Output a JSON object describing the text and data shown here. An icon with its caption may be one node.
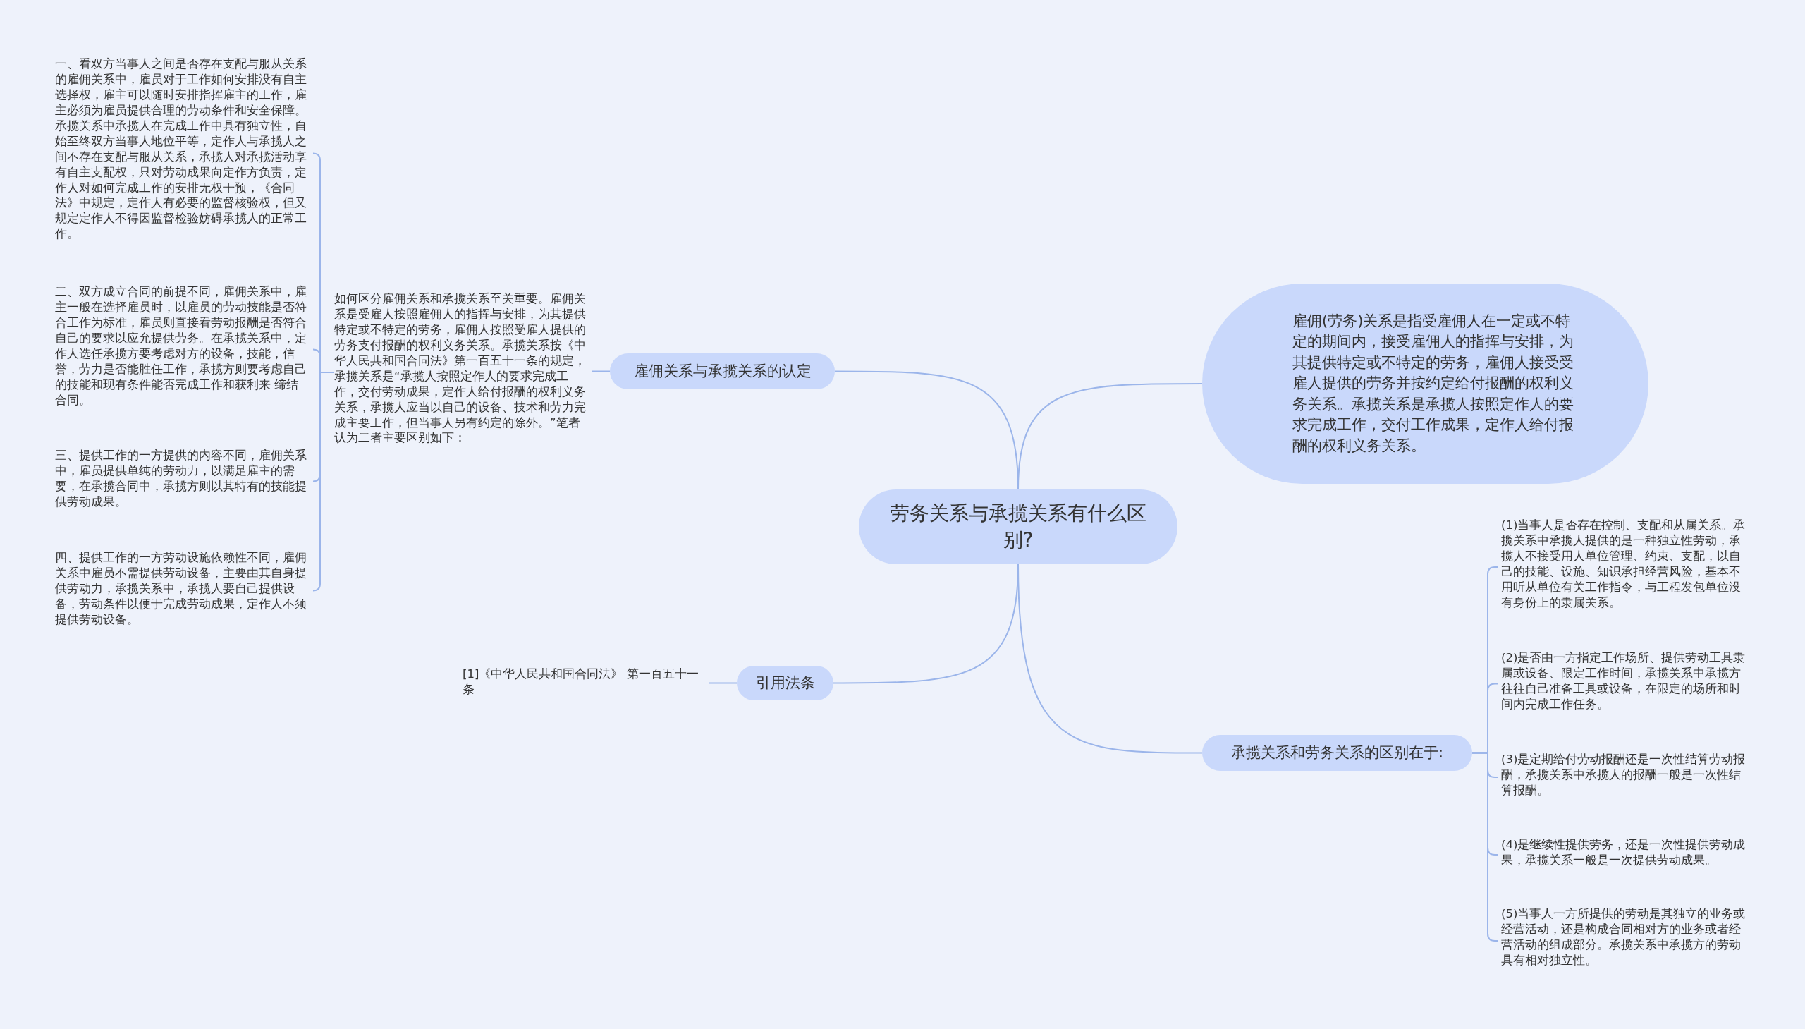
{
  "diagram": {
    "nodes": [
      {
        "text": [
          "劳务关系与承揽关系有什么区别?"
        ]
      },
      {
        "text": [
          "雇佣(劳务)关系是指受雇佣人在一定或不特定的期间内，接受雇佣人的指挥与安排，为其提供特定或不特定的劳务，雇佣人接受受雇人提供的劳务并按约定给付报酬的权利义务关系。承揽关系是承揽人按照定作人的要求完成工作，交付工作成果，定作人给付报酬的权利义务关系。"
        ]
      },
      {
        "text": [
          "雇佣关系与承揽关系的认定"
        ]
      },
      {
        "text": [
          "如何区分雇佣关系和承揽关系至关重要。雇佣关系是受雇人按照雇佣人的指挥与安排，为其提供特定或不特定的劳务，雇佣人按照受雇人提供的劳务支付报酬的权利义务关系。承揽关系按《中华人民共和国合同法》第一百五十一条的规定，承揽关系是“承揽人按照定作人的要求完成工作，交付劳动成果，定作人给付报酬的权利义务关系，承揽人应当以自己的设备、技术和劳力完成主要工作，但当事人另有约定的除外。”笔者认为二者主要区别如下："
        ]
      },
      {
        "text": [
          "一、看双方当事人之间是否存在支配与服从关系的雇佣关系中，雇员对于工作如何安排没有自主选择权，雇主可以随时安排指挥雇主的工作，雇主必须为雇员提供合理的劳动条件和安全保障。承揽关系中承揽人在完成工作中具有独立性，自始至终双方当事人地位平等，定作人与承揽人之间不存在支配与服从关系，承揽人对承揽活动享有自主支配权，只对劳动成果向定作方负责，定作人对如何完成工作的安排无权干预，《合同法》中规定，定作人有必要的监督核验权，但又规定定作人不得因监督检验妨碍承揽人的正常工作。"
        ]
      },
      {
        "text": [
          "二、双方成立合同的前提不同，雇佣关系中，雇主一般在选择雇员时，以雇员的劳动技能是否符合工作为标准，雇员则直接看劳动报酬是否符合自己的要求以应允提供劳务。在承揽关系中，定作人选任承揽方要考虑对方的设备，技能，信誉，劳力是否能胜任工作，承揽方则要考虑自己的技能和现有条件能否完成工作和获利来 缔结合同。"
        ]
      },
      {
        "text": [
          "三、提供工作的一方提供的内容不同，雇佣关系中，雇员提供单纯的劳动力，以满足雇主的需要，在承揽合同中，承揽方则以其特有的技能提供劳动成果。"
        ]
      },
      {
        "text": [
          "四、提供工作的一方劳动设施依赖性不同，雇佣关系中雇员不需提供劳动设备，主要由其自身提供劳动力，承揽关系中，承揽人要自己提供设备，劳动条件以便于完成劳动成果，定作人不须提供劳动设备。"
        ]
      },
      {
        "text": [
          "引用法条"
        ]
      },
      {
        "text": [
          "[1]《中华人民共和国合同法》 第一百五十一条"
        ]
      },
      {
        "text": [
          "承揽关系和劳务关系的区别在于:"
        ]
      },
      {
        "text": [
          "(1)当事人是否存在控制、支配和从属关系。承揽关系中承揽人提供的是一种独立性劳动，承揽人不接受用人单位管理、约束、支配，以自己的技能、设施、知识承担经营风险，基本不用听从单位有关工作指令，与工程发包单位没有身份上的隶属关系。"
        ]
      },
      {
        "text": [
          "(2)是否由一方指定工作场所、提供劳动工具隶属或设备、限定工作时间，承揽关系中承揽方往往自己准备工具或设备，在限定的场所和时间内完成工作任务。"
        ]
      },
      {
        "text": [
          "(3)是定期给付劳动报酬还是一次性结算劳动报酬，承揽关系中承揽人的报酬一般是一次性结算报酬。"
        ]
      },
      {
        "text": [
          "(4)是继续性提供劳务，还是一次性提供劳动成果，承揽关系一般是一次提供劳动成果。"
        ]
      },
      {
        "text": [
          "(5)当事人一方所提供的劳动是其独立的业务或经营活动，还是构成合同相对方的业务或者经营活动的组成部分。承揽关系中承揽方的劳动具有相对独立性。"
        ]
      }
    ],
    "edges": [
      {
        "from": 0,
        "to": 1,
        "arrow": "none"
      },
      {
        "from": 0,
        "to": 2,
        "arrow": "none"
      },
      {
        "from": 2,
        "to": 3,
        "arrow": "none"
      },
      {
        "from": 3,
        "to": 4,
        "arrow": "none"
      },
      {
        "from": 3,
        "to": 5,
        "arrow": "none"
      },
      {
        "from": 3,
        "to": 6,
        "arrow": "none"
      },
      {
        "from": 3,
        "to": 7,
        "arrow": "none"
      },
      {
        "from": 0,
        "to": 8,
        "arrow": "none"
      },
      {
        "from": 8,
        "to": 9,
        "arrow": "none"
      },
      {
        "from": 0,
        "to": 10,
        "arrow": "none"
      },
      {
        "from": 10,
        "to": 11,
        "arrow": "none"
      },
      {
        "from": 10,
        "to": 12,
        "arrow": "none"
      },
      {
        "from": 10,
        "to": 13,
        "arrow": "none"
      },
      {
        "from": 10,
        "to": 14,
        "arrow": "none"
      },
      {
        "from": 10,
        "to": 15,
        "arrow": "none"
      }
    ]
  }
}
